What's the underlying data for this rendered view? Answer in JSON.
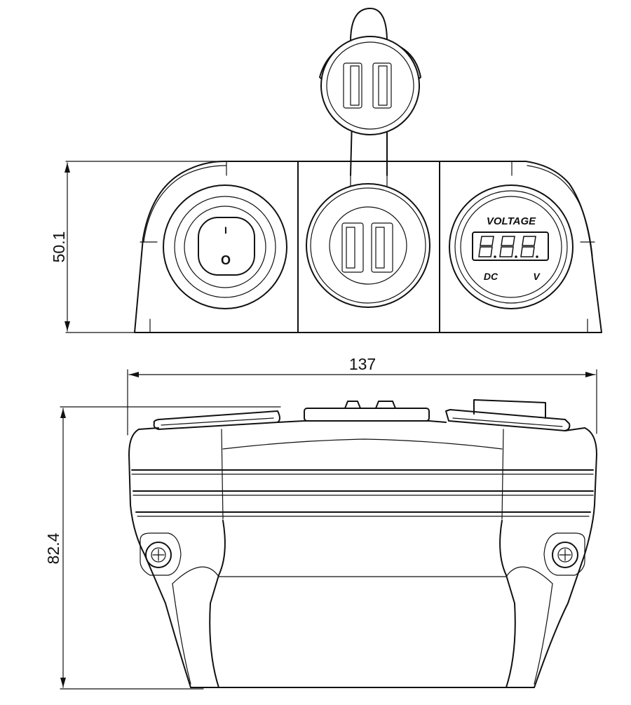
{
  "dimensions": {
    "height_top": "50.1",
    "width": "137",
    "height_bottom": "82.4"
  },
  "voltmeter": {
    "title": "VOLTAGE",
    "mode": "DC",
    "unit": "V"
  },
  "switch": {
    "on_mark": "I",
    "off_mark": "O"
  }
}
